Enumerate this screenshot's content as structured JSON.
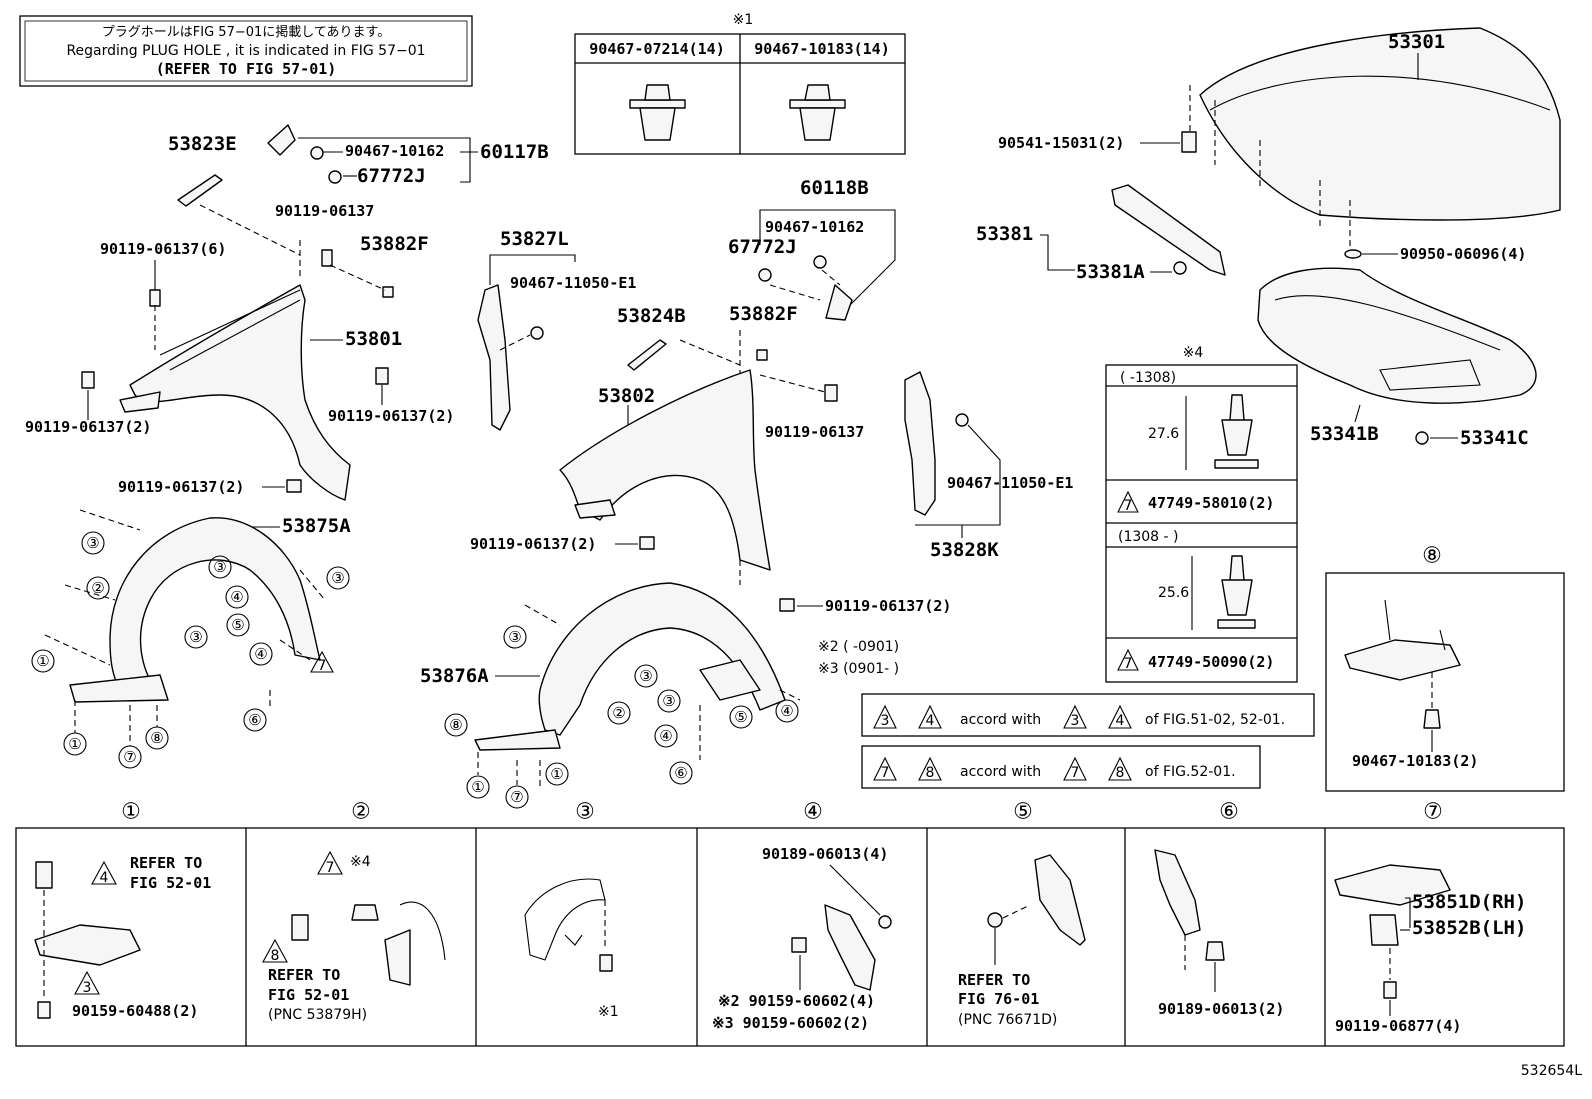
{
  "plug_note": {
    "jp": "プラグホールはFIG 57−01に掲載してあります。",
    "en": "Regarding PLUG HOLE , it is indicated in FIG 57−01",
    "ref": "(REFER TO FIG 57-01)"
  },
  "clip_table": {
    "mark": "※1",
    "col1": "90467-07214(14)",
    "col2": "90467-10183(14)"
  },
  "parts": {
    "p53301": "53301",
    "p90541": "90541-15031(2)",
    "p53381": "53381",
    "p53381A": "53381A",
    "p90950": "90950-06096(4)",
    "p53341B": "53341B",
    "p53341C": "53341C",
    "p53823E": "53823E",
    "p90467_10162_a": "90467-10162",
    "p60117B": "60117B",
    "p67772J_a": "67772J",
    "p90119_a": "90119-06137",
    "p90119_6": "90119-06137(6)",
    "p53882F_a": "53882F",
    "p53801": "53801",
    "p90119_2a": "90119-06137(2)",
    "p90119_2b": "90119-06137(2)",
    "p90119_2c": "90119-06137(2)",
    "p53875A": "53875A",
    "p53827L": "53827L",
    "p90467_11050_a": "90467-11050-E1",
    "p60118B": "60118B",
    "p90467_10162_b": "90467-10162",
    "p67772J_b": "67772J",
    "p53824B": "53824B",
    "p53882F_b": "53882F",
    "p53802": "53802",
    "p90119_b": "90119-06137",
    "p90119_2d": "90119-06137(2)",
    "p90119_2e": "90119-06137(2)",
    "p90467_11050_b": "90467-11050-E1",
    "p53828K": "53828K",
    "p53876A": "53876A"
  },
  "date_notes": {
    "n2": "※2 (      -0901)",
    "n3": "※3 (0901-       )"
  },
  "clip_spec": {
    "mark": "※4",
    "row1_period": "(    -1308)",
    "row1_dim": "27.6",
    "row1_part": "47749-58010(2)",
    "row1_tri": "7",
    "row2_period": "(1308 -      )",
    "row2_dim": "25.6",
    "row2_part": "47749-50090(2)",
    "row2_tri": "7"
  },
  "accord_notes": {
    "a1_t1": "3",
    "a1_t2": "4",
    "a1_text": "accord with",
    "a1_t3": "3",
    "a1_t4": "4",
    "a1_fig": "of FIG.51-02, 52-01.",
    "a2_t1": "7",
    "a2_t2": "8",
    "a2_text": "accord with",
    "a2_t3": "7",
    "a2_t4": "8",
    "a2_fig": "of FIG.52-01."
  },
  "detail8": {
    "num": "⑧",
    "part": "90467-10183(2)"
  },
  "details": [
    {
      "num": "①",
      "tri4": "4",
      "ref1": "REFER TO",
      "ref2": "FIG 52-01",
      "tri3": "3",
      "part": "90159-60488(2)"
    },
    {
      "num": "②",
      "tri7": "7",
      "mark": "※4",
      "tri8": "8",
      "ref1": "REFER TO",
      "ref2": "FIG 52-01",
      "pnc": "(PNC 53879H)"
    },
    {
      "num": "③",
      "mark": "※1"
    },
    {
      "num": "④",
      "part1": "90189-06013(4)",
      "part2": "※2 90159-60602(4)",
      "part3": "※3 90159-60602(2)"
    },
    {
      "num": "⑤",
      "ref1": "REFER TO",
      "ref2": "FIG 76-01",
      "pnc": "(PNC 76671D)"
    },
    {
      "num": "⑥",
      "part": "90189-06013(2)"
    },
    {
      "num": "⑦",
      "part1": "53851D(RH)",
      "part2": "53852B(LH)",
      "part3": "90119-06877(4)"
    }
  ],
  "callouts": {
    "c1": "①",
    "c2": "②",
    "c3": "③",
    "c4": "④",
    "c5": "⑤",
    "c6": "⑥",
    "c7": "⑦",
    "c8": "⑧",
    "t7": "7"
  },
  "figure_id": "532654L"
}
